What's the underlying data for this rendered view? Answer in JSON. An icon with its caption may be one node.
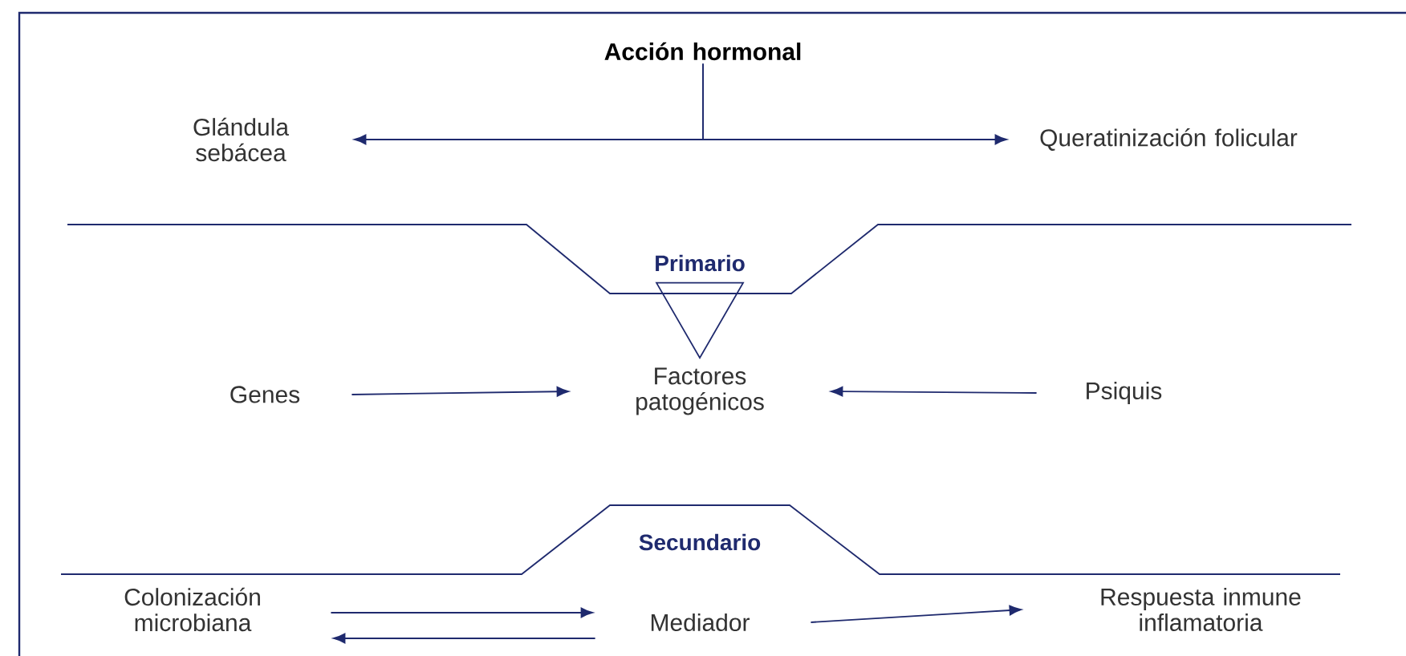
{
  "diagram": {
    "nodes": [
      {
        "text": [
          "Acción hormonal"
        ]
      },
      {
        "text": [
          "Glándula sebácea"
        ]
      },
      {
        "text": [
          "Queratinización folicular"
        ]
      },
      {
        "text": [
          "Primario"
        ]
      },
      {
        "text": [
          "Factores patogénicos"
        ]
      },
      {
        "text": [
          "Genes"
        ]
      },
      {
        "text": [
          "Psiquis"
        ]
      },
      {
        "text": [
          "Secundario"
        ]
      },
      {
        "text": [
          "Colonización microbiana"
        ]
      },
      {
        "text": [
          "Mediador"
        ]
      },
      {
        "text": [
          "Respuesta inmune inflamatoria"
        ]
      }
    ],
    "edges": [
      {
        "from": 0,
        "to": 1,
        "arrow": "to"
      },
      {
        "from": 0,
        "to": 2,
        "arrow": "to"
      },
      {
        "from": 3,
        "to": 4,
        "arrow": "to"
      },
      {
        "from": 5,
        "to": 4,
        "arrow": "to"
      },
      {
        "from": 6,
        "to": 4,
        "arrow": "to"
      },
      {
        "from": 8,
        "to": 9,
        "arrow": "to"
      },
      {
        "from": 9,
        "to": 8,
        "arrow": "to"
      },
      {
        "from": 9,
        "to": 10,
        "arrow": "to"
      }
    ]
  }
}
